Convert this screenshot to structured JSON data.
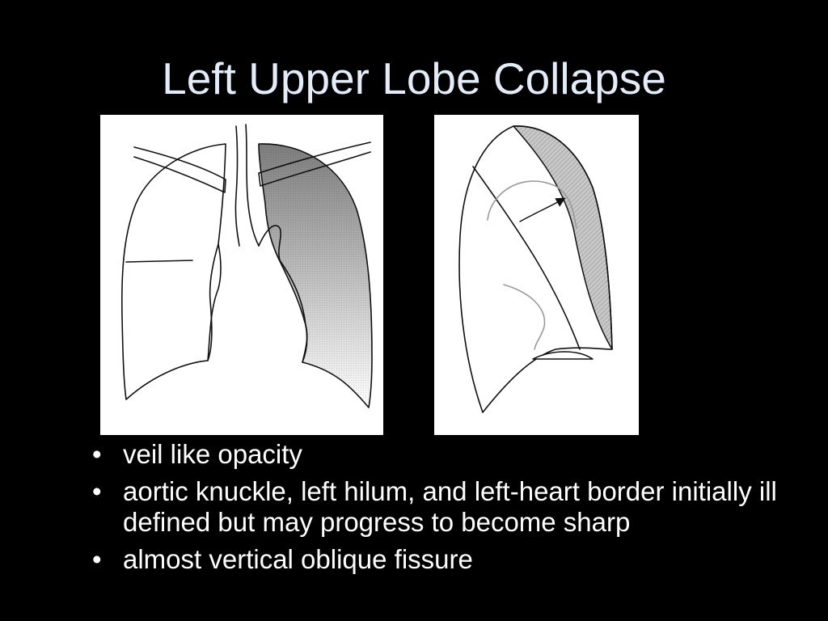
{
  "slide": {
    "title": "Left Upper Lobe Collapse"
  },
  "figures": {
    "frontal_icon": "frontal-chest-xray-diagram",
    "lateral_icon": "lateral-chest-xray-diagram",
    "opacity_color": "#8a8a8a"
  },
  "bullets": [
    "veil like opacity",
    "aortic knuckle, left hilum, and left-heart border initially ill defined but may progress to become sharp",
    "almost vertical oblique fissure"
  ],
  "bullet_marker": "•"
}
